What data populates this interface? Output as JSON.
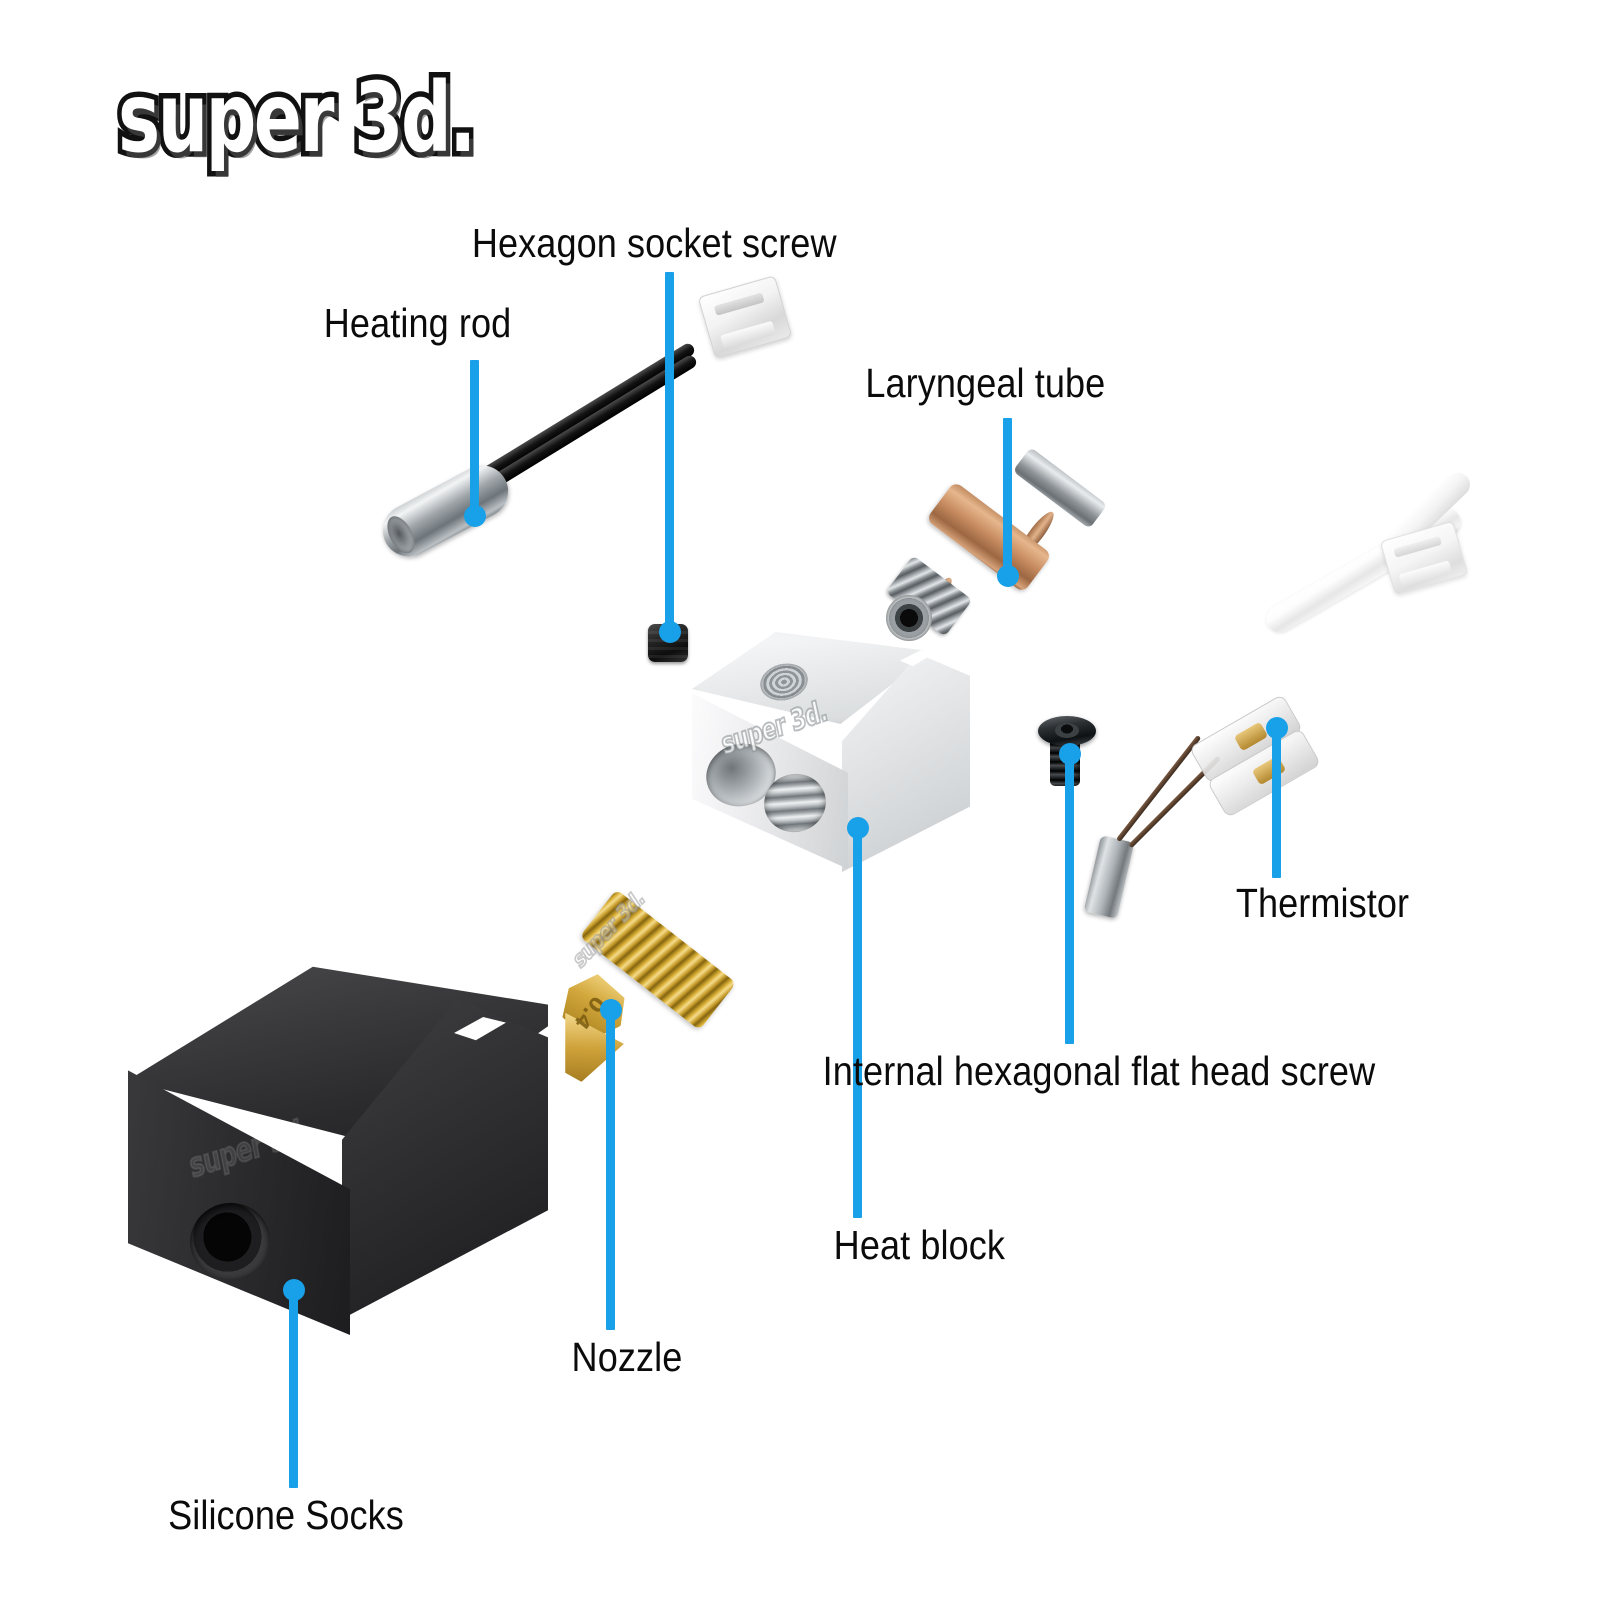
{
  "brand": {
    "logo_text": "super 3d.",
    "watermark_text": "super 3d."
  },
  "accent_color": "#18a0e8",
  "background_color": "#ffffff",
  "labels": {
    "heating_rod": "Heating rod",
    "hexagon_socket_screw": "Hexagon socket screw",
    "laryngeal_tube": "Laryngeal tube",
    "thermistor": "Thermistor",
    "internal_hexagonal_flat_head_screw": "Internal hexagonal flat head screw",
    "heat_block": "Heat block",
    "nozzle": "Nozzle",
    "silicone_socks": "Silicone Socks"
  },
  "parts": [
    {
      "id": "heating-rod",
      "label": "Heating rod",
      "material": "stainless steel cartridge with black leads and white JST connector"
    },
    {
      "id": "hexagon-socket-screw",
      "label": "Hexagon socket screw",
      "material": "black grub set screw"
    },
    {
      "id": "laryngeal-tube",
      "label": "Laryngeal tube",
      "material": "copper heat break with steel threaded end"
    },
    {
      "id": "heat-block",
      "label": "Heat block",
      "material": "silver anodized aluminium block"
    },
    {
      "id": "internal-hexagonal-flat-head-screw",
      "label": "Internal hexagonal flat head screw",
      "material": "black button head screw"
    },
    {
      "id": "thermistor",
      "label": "Thermistor",
      "material": "steel probe with PTFE sleeved leads and white connector"
    },
    {
      "id": "nozzle",
      "label": "Nozzle",
      "material": "brass threaded nozzle"
    },
    {
      "id": "silicone-socks",
      "label": "Silicone Socks",
      "material": "black silicone insulation cover"
    }
  ],
  "nozzle": {
    "size_marking": "0.4"
  }
}
